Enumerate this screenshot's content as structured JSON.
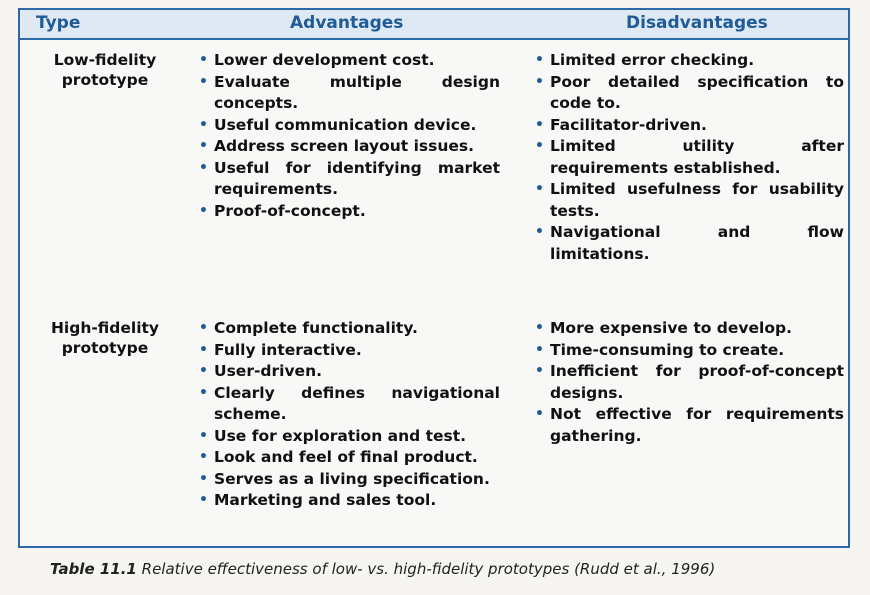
{
  "headers": {
    "type": "Type",
    "advantages": "Advantages",
    "disadvantages": "Disadvantages"
  },
  "rows": [
    {
      "type_line1": "Low-fidelity",
      "type_line2": "prototype",
      "advantages": [
        "Lower development cost.",
        "Evaluate multiple design concepts.",
        "Useful communication device.",
        "Address screen layout issues.",
        "Useful for identifying market requirements.",
        "Proof-of-concept."
      ],
      "disadvantages": [
        "Limited error checking.",
        "Poor detailed specification to code to.",
        "Facilitator-driven.",
        "Limited utility after requirements established.",
        "Limited usefulness for usability tests.",
        "Navigational and flow limitations."
      ]
    },
    {
      "type_line1": "High-fidelity",
      "type_line2": "prototype",
      "advantages": [
        "Complete functionality.",
        "Fully interactive.",
        "User-driven.",
        "Clearly defines navigational scheme.",
        "Use for exploration and test.",
        "Look and feel of final product.",
        "Serves as a living specification.",
        "Marketing and sales tool."
      ],
      "disadvantages": [
        "More expensive to develop.",
        "Time-consuming to create.",
        "Inefficient for proof-of-concept designs.",
        "Not effective for requirements gathering."
      ]
    }
  ],
  "caption": {
    "number": "Table 11.1",
    "text": "Relative effectiveness of low- vs. high-fidelity prototypes (Rudd et al., 1996)"
  },
  "bullet": "•"
}
